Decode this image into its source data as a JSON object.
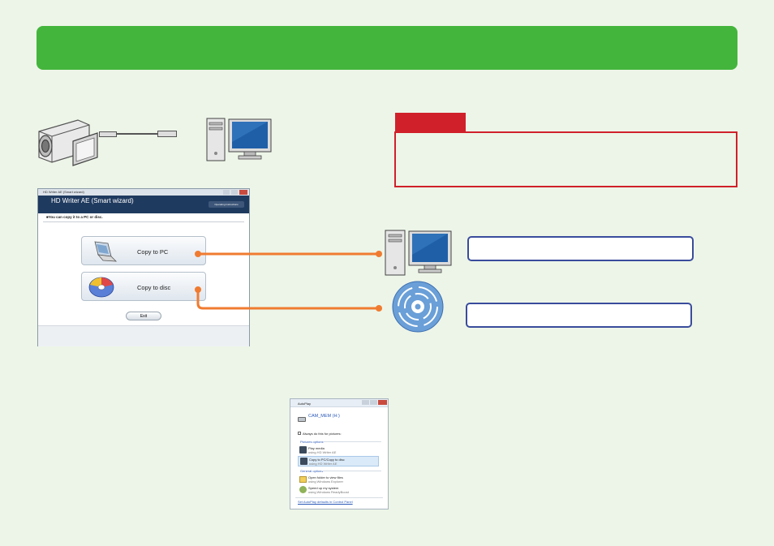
{
  "wizard": {
    "window_title": "HD Writer AE (Smart wizard)",
    "title": "HD Writer AE (Smart wizard)",
    "help_button": "Operating Instructions",
    "subtitle": "■You can copy it to a PC or disc.",
    "copy_to_pc": "Copy to PC",
    "copy_to_disc": "Copy to disc",
    "exit": "Exit"
  },
  "autoplay": {
    "title": "AutoPlay",
    "device": "CAM_MEM (H:)",
    "always_checkbox": "Always do this for pictures:",
    "pictures_heading": "Pictures options",
    "option1_title": "Play media",
    "option1_sub": "using HD Writer AE",
    "option2_title": "Copy to PC/Copy to disc",
    "option2_sub": "using HD Writer AE",
    "general_heading": "General options",
    "option3_title": "Open folder to view files",
    "option3_sub": "using Windows Explorer",
    "option4_title": "Speed up my system",
    "option4_sub": "using Windows ReadyBoost",
    "footer_link": "Set AutoPlay defaults in Control Panel"
  },
  "colors": {
    "title_bar": "#44b53c",
    "note_accent": "#d0202a",
    "destination_border": "#3a4c9c",
    "connector": "#f07b30"
  },
  "icons": [
    "camcorder-icon",
    "usb-cable-icon",
    "desktop-pc-icon",
    "disc-icon"
  ]
}
